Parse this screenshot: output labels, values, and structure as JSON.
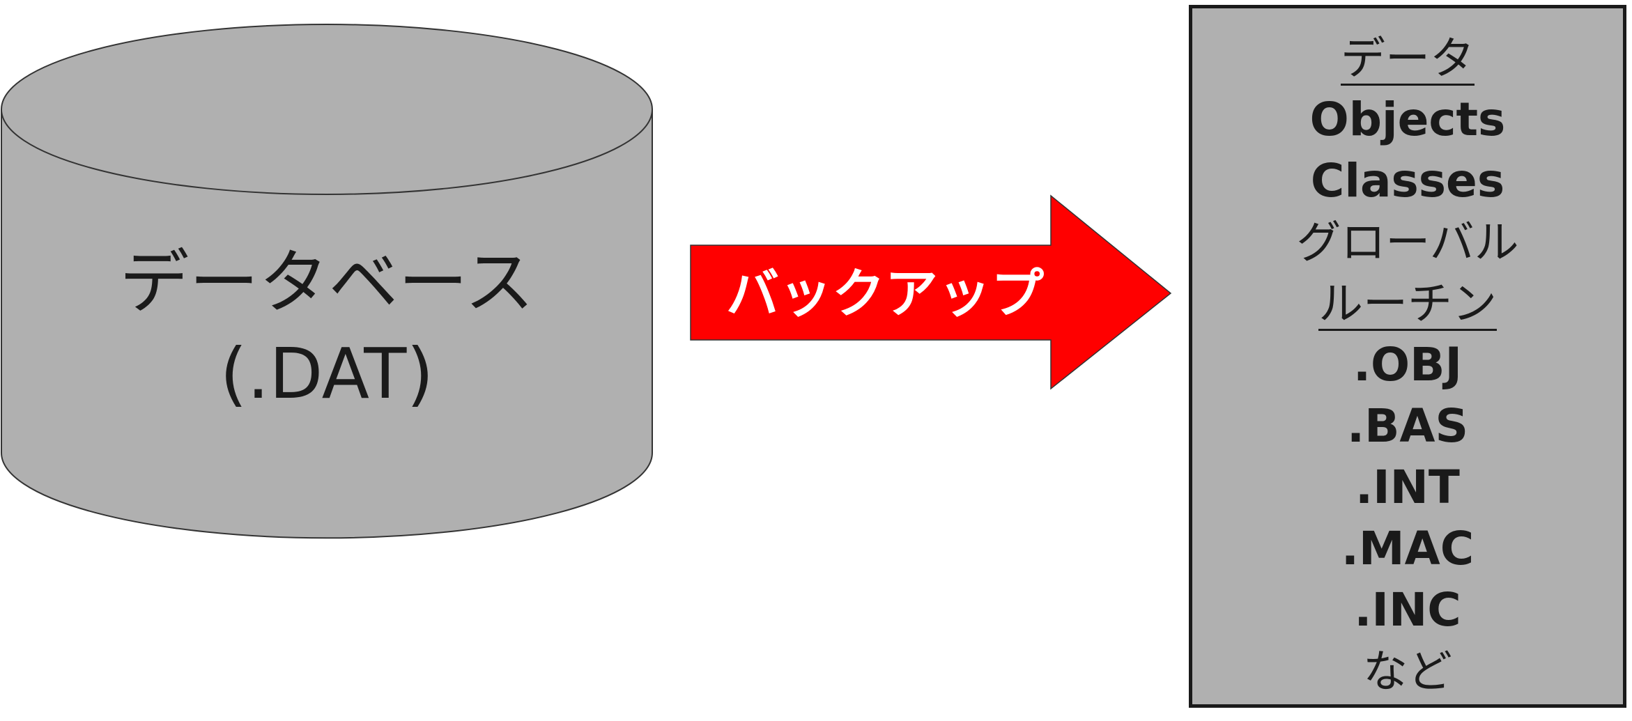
{
  "database": {
    "label_line1": "データベース",
    "label_line2": "(.DAT)",
    "fill_color": "#b0b0b0"
  },
  "arrow": {
    "label": "バックアップ",
    "fill_color": "#ff0000",
    "text_color": "#ffffff"
  },
  "backup_list": {
    "fill_color": "#b0b0b0",
    "items": [
      {
        "text": "データ"
      },
      {
        "text": "Objects"
      },
      {
        "text": "Classes"
      },
      {
        "text": "グローバル"
      },
      {
        "text": "ルーチン"
      },
      {
        "text": ".OBJ"
      },
      {
        "text": ".BAS"
      },
      {
        "text": ".INT"
      },
      {
        "text": ".MAC"
      },
      {
        "text": ".INC"
      },
      {
        "text": "など"
      }
    ]
  }
}
